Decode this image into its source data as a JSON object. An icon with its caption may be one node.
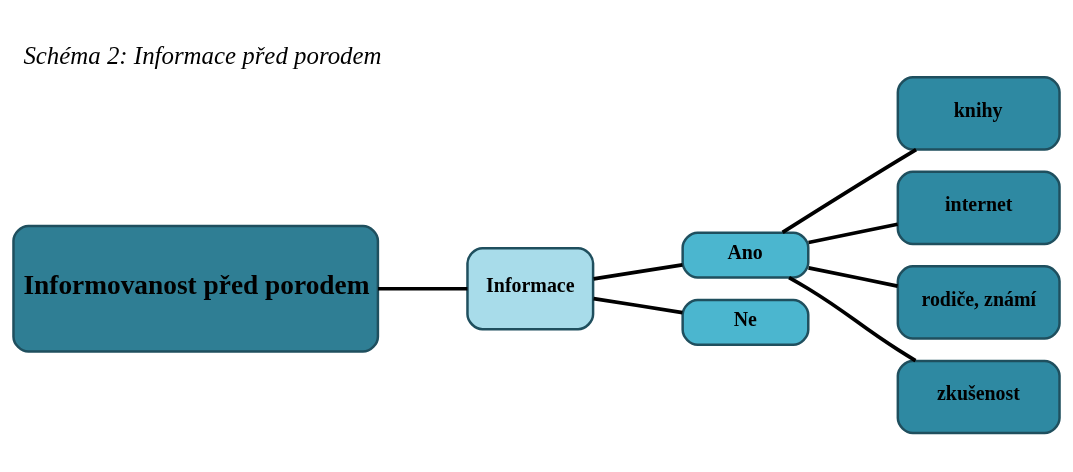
{
  "diagram": {
    "title": "Schéma 2: Informace před porodem",
    "nodes": [
      {
        "text": [
          "Informovanost před porodem"
        ]
      },
      {
        "text": [
          "Informace"
        ]
      },
      {
        "text": [
          "Ano"
        ]
      },
      {
        "text": [
          "Ne"
        ]
      },
      {
        "text": [
          "knihy"
        ]
      },
      {
        "text": [
          "internet"
        ]
      },
      {
        "text": [
          "rodiče, známí"
        ]
      },
      {
        "text": [
          "zkušenost"
        ]
      }
    ],
    "edges": [
      {
        "from": 0,
        "to": 1,
        "arrow": "none"
      },
      {
        "from": 1,
        "to": 2,
        "arrow": "none"
      },
      {
        "from": 1,
        "to": 3,
        "arrow": "none"
      },
      {
        "from": 2,
        "to": 4,
        "arrow": "none"
      },
      {
        "from": 2,
        "to": 5,
        "arrow": "none"
      },
      {
        "from": 2,
        "to": 6,
        "arrow": "none"
      },
      {
        "from": 2,
        "to": 7,
        "arrow": "none"
      }
    ]
  }
}
